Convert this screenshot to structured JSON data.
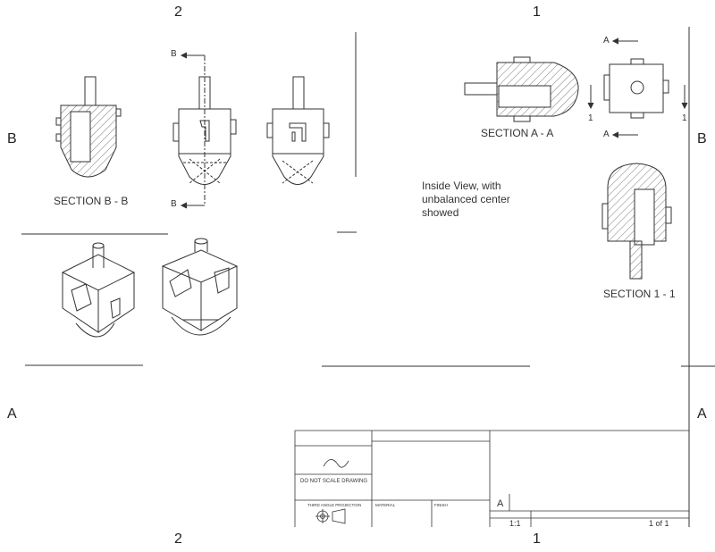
{
  "zones": {
    "top_left": "2",
    "top_right": "1",
    "bottom_left": "2",
    "bottom_right": "1",
    "left_upper": "B",
    "right_upper": "B",
    "left_lower": "A",
    "right_lower": "A"
  },
  "views": {
    "section_bb": "SECTION B - B",
    "section_aa": "SECTION A - A",
    "section_11": "SECTION 1 - 1",
    "cut_b_top": "B",
    "cut_b_bottom": "B",
    "cut_a_top": "A",
    "cut_a_bottom": "A",
    "cut_1_left": "1",
    "cut_1_right": "1"
  },
  "note": "Inside View, with\nunbalanced center\nshowed",
  "title_block": {
    "do_not_scale": "DO NOT SCALE DRAWING",
    "material": "MATERIAL",
    "finish": "FINISH",
    "size": "A",
    "scale": "1:1",
    "sheet": "1 of 1",
    "third_angle": "THIRD ANGLE PROJECTION"
  },
  "colors": {
    "line": "#333333",
    "hatch": "#555555",
    "background": "#ffffff"
  }
}
